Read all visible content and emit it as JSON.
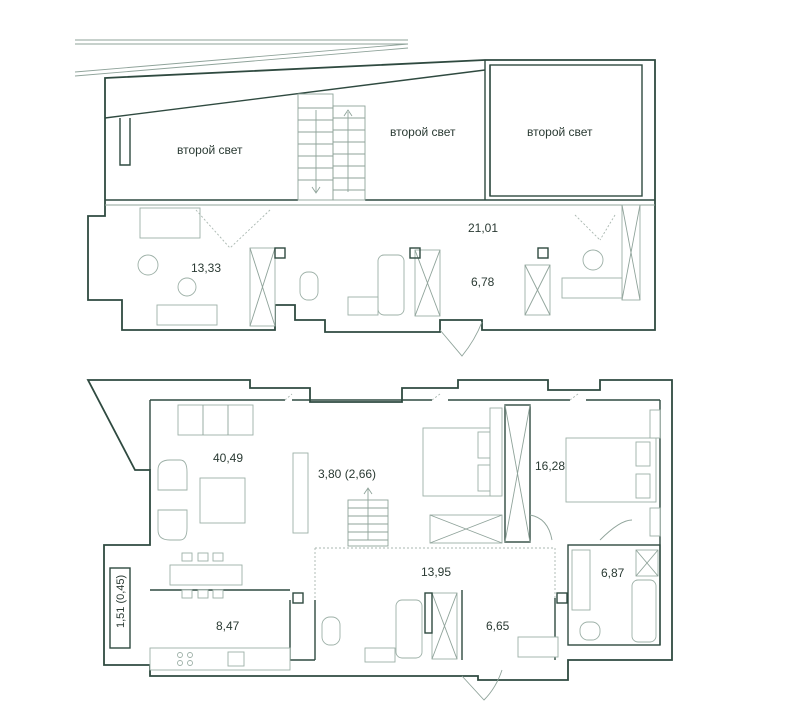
{
  "upper_floor": {
    "second_light_labels": [
      "второй свет",
      "второй свет",
      "второй свет"
    ],
    "areas": {
      "hall": "21,01",
      "bedroom": "13,33",
      "bathroom": "6,78"
    }
  },
  "lower_floor": {
    "areas": {
      "living": "40,49",
      "stair_zone": "3,80 (2,66)",
      "bedroom": "16,28",
      "corridor": "13,95",
      "bath_small": "6,87",
      "kitchen": "8,47",
      "bathroom": "6,65",
      "balcony": "1,51 (0,45)"
    }
  },
  "colors": {
    "wall": "#2f4a40",
    "furniture": "#9db0a7",
    "text": "#2a3a33"
  }
}
